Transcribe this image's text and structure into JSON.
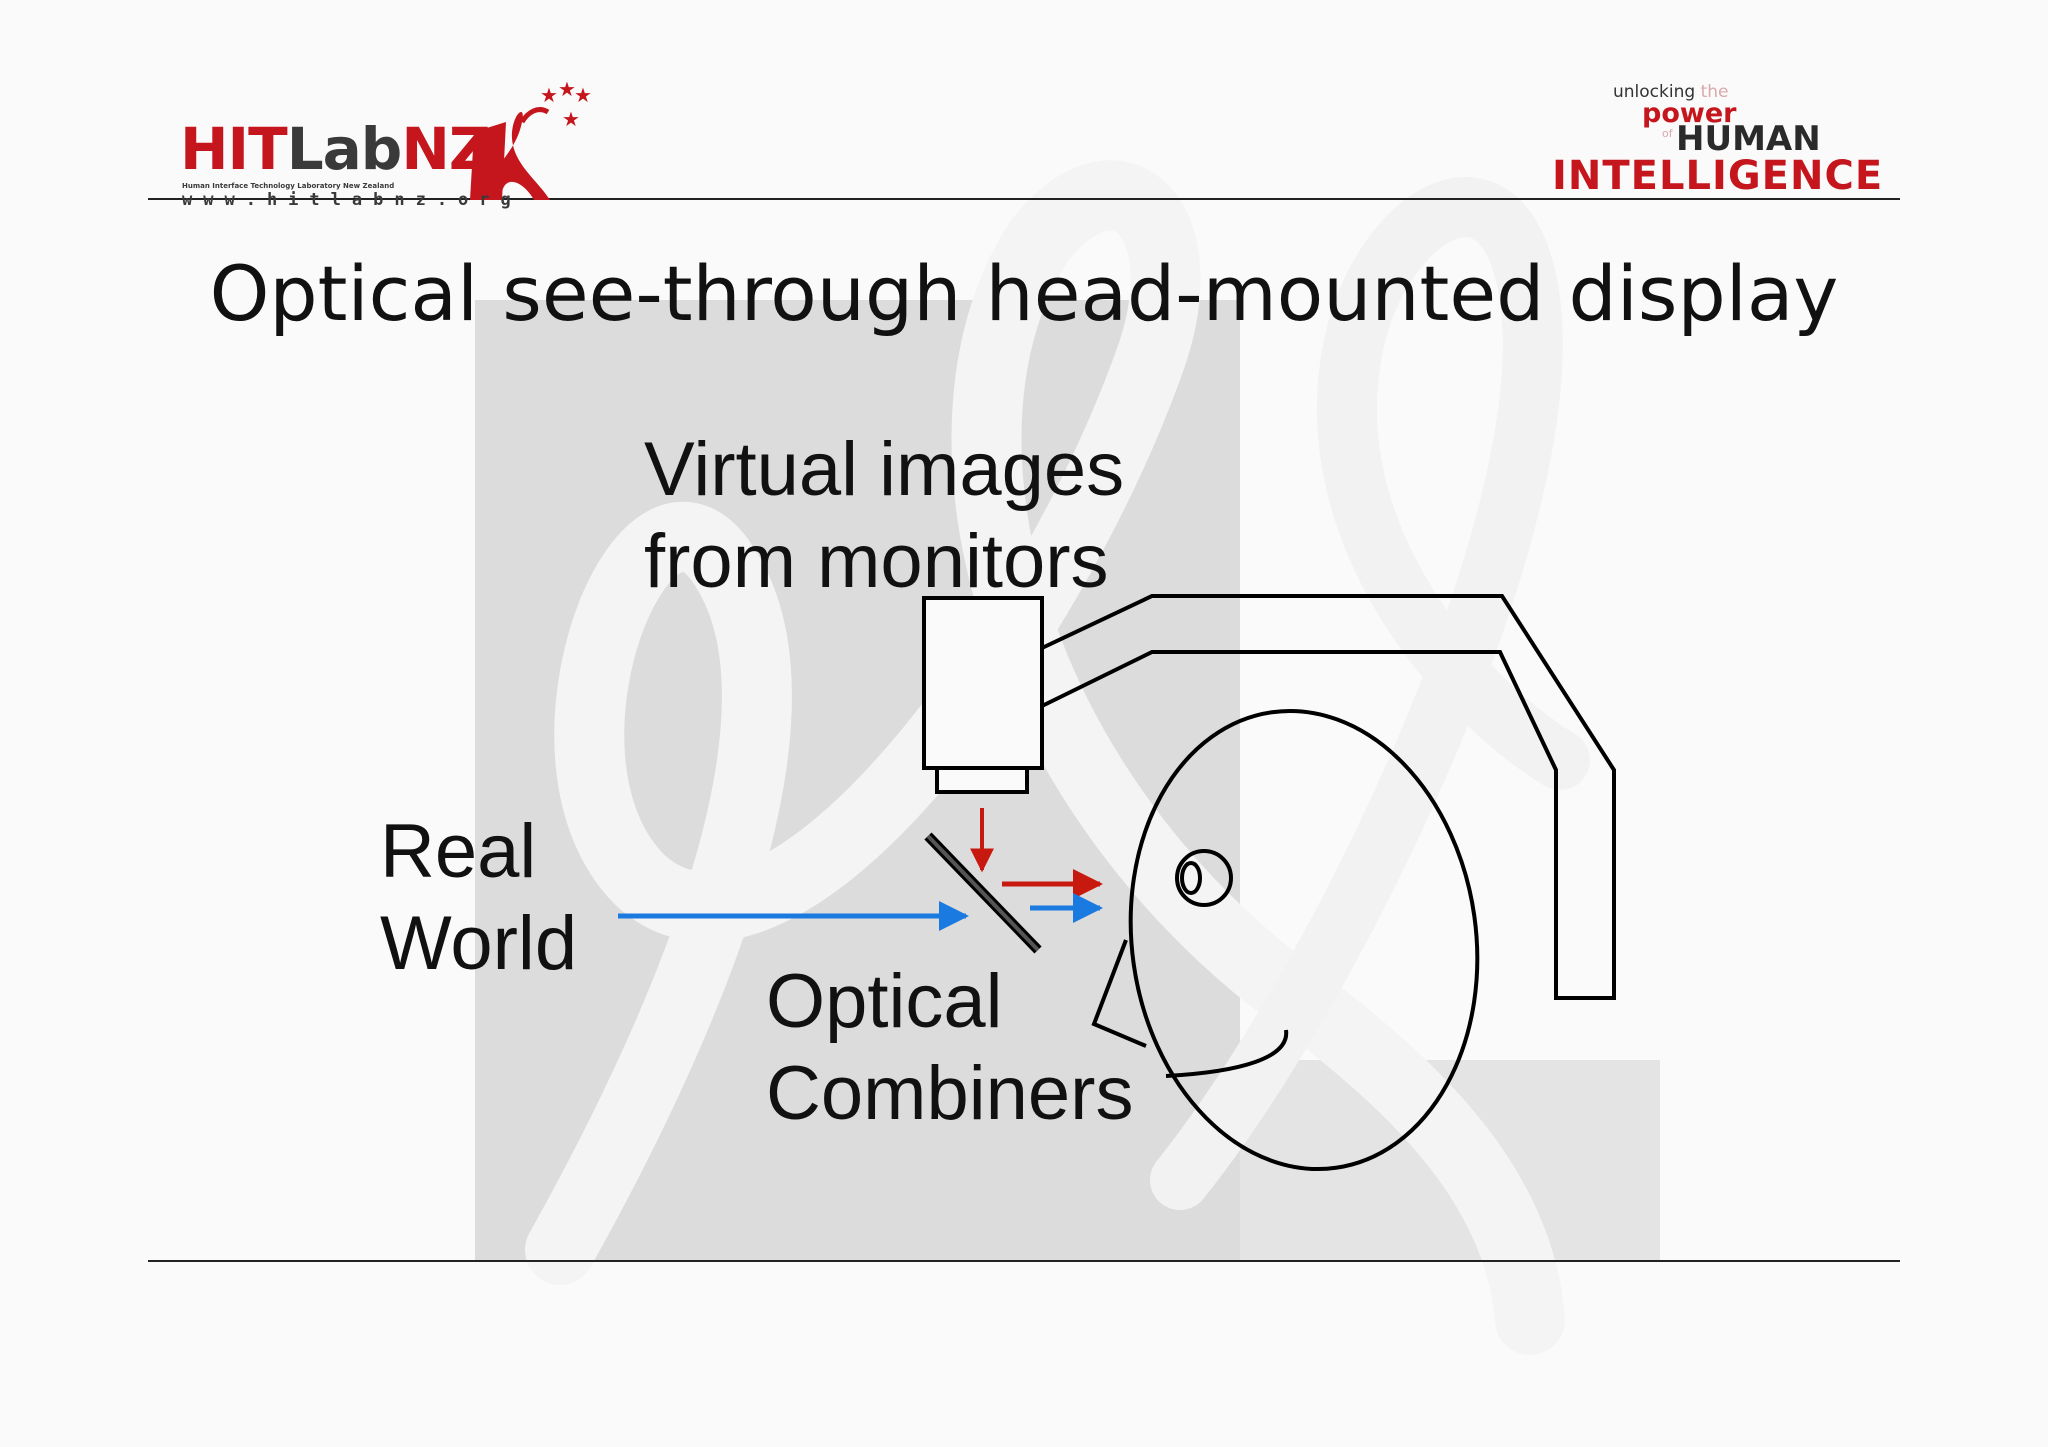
{
  "slide": {
    "title": "Optical see-through head-mounted display"
  },
  "logo_left": {
    "brand_prefix": "HIT",
    "brand_mid": "Lab",
    "brand_suffix": "NZ",
    "subtitle": "Human Interface Technology Laboratory New Zealand",
    "url": "www.hitlabnz.org"
  },
  "logo_right": {
    "unlocking": "unlocking",
    "the": "the",
    "power": "power",
    "of": "of",
    "human": "HUMAN",
    "intelligence": "INTELLIGENCE"
  },
  "diagram": {
    "label_virtual_line1": "Virtual images",
    "label_virtual_line2": "from monitors",
    "label_real_line1": "Real",
    "label_real_line2": "World",
    "label_optical_line1": "Optical",
    "label_optical_line2": "Combiners",
    "colors": {
      "real_world_ray": "#1a7ae0",
      "virtual_ray": "#c8190f",
      "outline": "#000000",
      "watermark": "#cfcfcf"
    }
  }
}
